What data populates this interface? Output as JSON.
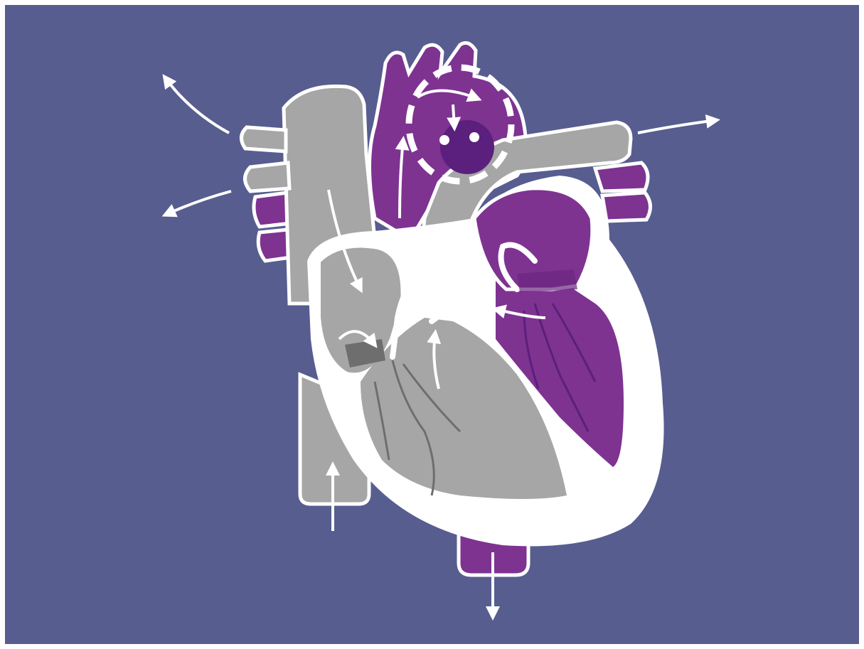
{
  "diagram": {
    "subject": "heart-blood-flow",
    "labels": [],
    "colors": {
      "background": "#575D8F",
      "deoxygenated_gray": "#A6A6A6",
      "oxygenated_purple": "#7E3391",
      "outline_white": "#FFFFFF",
      "aortic_valve_dark": "#5B1F7D",
      "valve_shadow": "#6E6E6E"
    },
    "flow_arrows": [
      "superior-vena-cava-inflow",
      "inferior-vena-cava-inflow",
      "pulmonary-artery-outflow-right",
      "pulmonary-artery-outflow-left",
      "aorta-outflow-upper-left",
      "aorta-outflow-lower-left",
      "descending-aorta-outflow",
      "left-atrium-to-left-ventricle",
      "right-atrium-to-right-ventricle"
    ]
  }
}
